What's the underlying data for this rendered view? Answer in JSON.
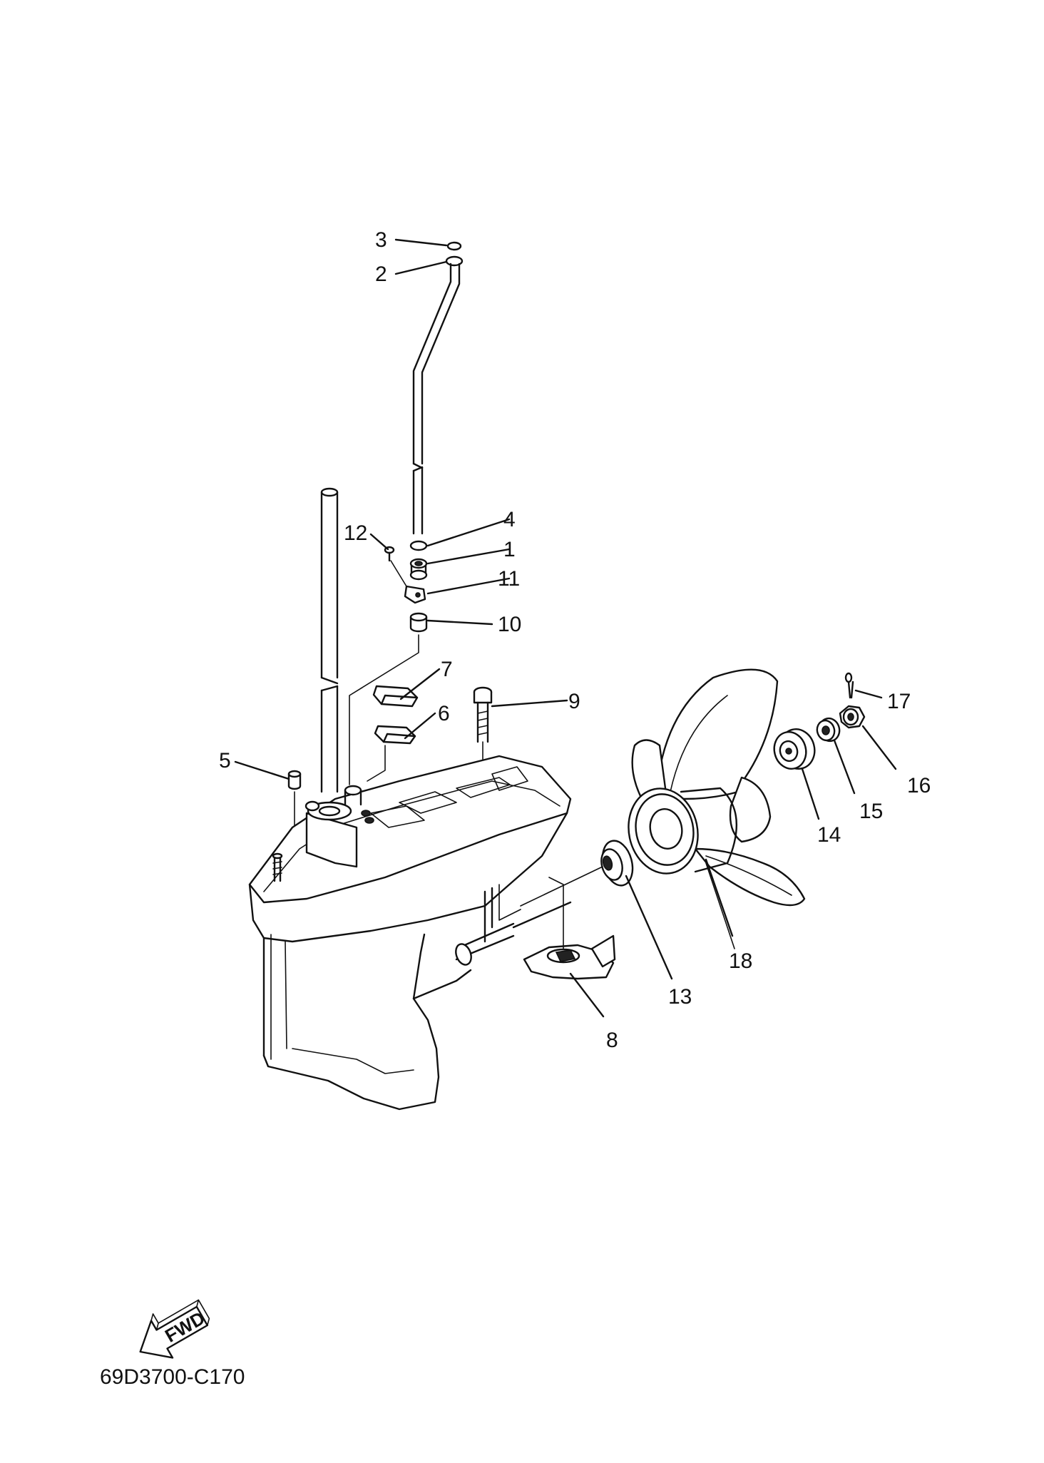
{
  "callouts": [
    {
      "num": "1"
    },
    {
      "num": "2"
    },
    {
      "num": "3"
    },
    {
      "num": "4"
    },
    {
      "num": "5"
    },
    {
      "num": "6"
    },
    {
      "num": "7"
    },
    {
      "num": "8"
    },
    {
      "num": "9"
    },
    {
      "num": "10"
    },
    {
      "num": "11"
    },
    {
      "num": "12"
    },
    {
      "num": "13"
    },
    {
      "num": "14"
    },
    {
      "num": "15"
    },
    {
      "num": "16"
    },
    {
      "num": "17"
    },
    {
      "num": "18"
    }
  ],
  "fwd_label": "FWD",
  "drawing_code": "69D3700-C170",
  "icons": [
    "fwd-arrow-icon"
  ]
}
